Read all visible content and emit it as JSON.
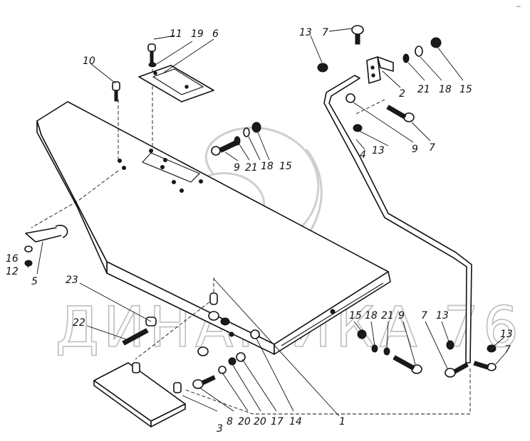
{
  "watermark": {
    "text": "ДИНАМИКА 76"
  },
  "corner_mark": "~",
  "callouts": [
    {
      "id": "c11",
      "text": "11"
    },
    {
      "id": "c19a",
      "text": "19"
    },
    {
      "id": "c6",
      "text": "6"
    },
    {
      "id": "c10",
      "text": "10"
    },
    {
      "id": "c13a",
      "text": "13"
    },
    {
      "id": "c7a",
      "text": "7"
    },
    {
      "id": "c2",
      "text": "2"
    },
    {
      "id": "c21a",
      "text": "21"
    },
    {
      "id": "c18a",
      "text": "18"
    },
    {
      "id": "c15a",
      "text": "15"
    },
    {
      "id": "c9a",
      "text": "9"
    },
    {
      "id": "c21b",
      "text": "21"
    },
    {
      "id": "c18b",
      "text": "18"
    },
    {
      "id": "c15b",
      "text": "15"
    },
    {
      "id": "c4",
      "text": "4"
    },
    {
      "id": "c13b",
      "text": "13"
    },
    {
      "id": "c9b",
      "text": "9"
    },
    {
      "id": "c7b",
      "text": "7"
    },
    {
      "id": "c16",
      "text": "16"
    },
    {
      "id": "c12",
      "text": "12"
    },
    {
      "id": "c5",
      "text": "5"
    },
    {
      "id": "c23",
      "text": "23"
    },
    {
      "id": "c22",
      "text": "22"
    },
    {
      "id": "c15c",
      "text": "15"
    },
    {
      "id": "c18c",
      "text": "18"
    },
    {
      "id": "c21c",
      "text": "21"
    },
    {
      "id": "c19b",
      "text": "9"
    },
    {
      "id": "c7c",
      "text": "7"
    },
    {
      "id": "c13c",
      "text": "13"
    },
    {
      "id": "c13d",
      "text": "13"
    },
    {
      "id": "c7d",
      "text": "7"
    },
    {
      "id": "c8",
      "text": "8"
    },
    {
      "id": "c20a",
      "text": "20"
    },
    {
      "id": "c20b",
      "text": "20"
    },
    {
      "id": "c17",
      "text": "17"
    },
    {
      "id": "c14",
      "text": "14"
    },
    {
      "id": "c3",
      "text": "3"
    },
    {
      "id": "c1",
      "text": "1"
    }
  ]
}
